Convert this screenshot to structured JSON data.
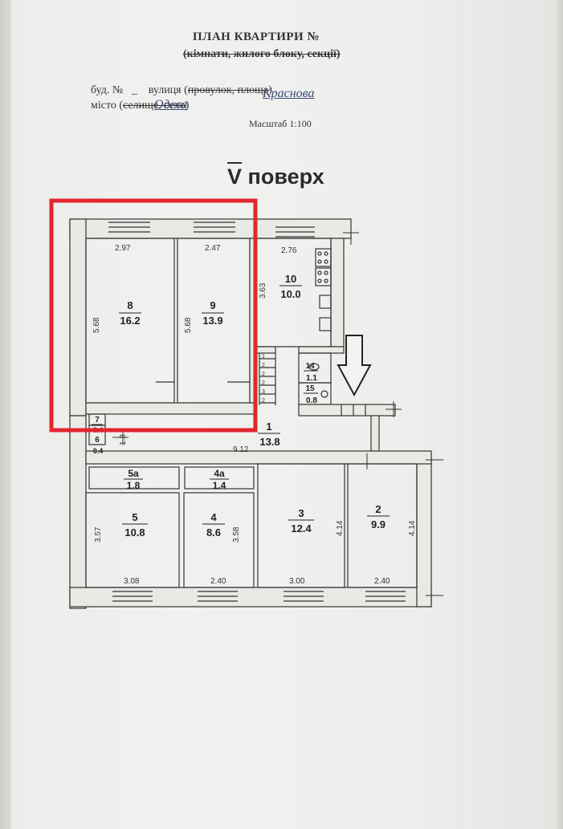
{
  "header": {
    "title": "ПЛАН КВАРТИРИ  №",
    "subtitle": "(кімнати, жилого блоку, секції)",
    "building_label": "буд. №   _    вулиця (",
    "street_struck": "провулок, площа",
    "street_close": ")",
    "street_value": "Краснова",
    "city_label": "місто (",
    "city_struck": "селище, село",
    "city_close": ")",
    "city_value": "Одеса",
    "scale": "Масштаб 1:100"
  },
  "floor": {
    "roman": "V",
    "word": "поверх"
  },
  "rooms": [
    {
      "id": "8",
      "area": "16.2",
      "width": "2.97",
      "height": "5.68"
    },
    {
      "id": "9",
      "area": "13.9",
      "width": "2.47",
      "height": "5.68"
    },
    {
      "id": "10",
      "area": "10.0",
      "width": "2.76",
      "height": "3.63"
    },
    {
      "id": "14",
      "area": "1.1"
    },
    {
      "id": "15",
      "area": "0.8"
    },
    {
      "id": "1",
      "area": "13.8",
      "width": "9.12"
    },
    {
      "id": "7",
      "area": "0.4"
    },
    {
      "id": "6",
      "area": "0.4",
      "height": "1.3"
    },
    {
      "id": "5a",
      "area": "1.8"
    },
    {
      "id": "4a",
      "area": "1.4"
    },
    {
      "id": "5",
      "area": "10.8",
      "width": "3.08",
      "height": "3.57"
    },
    {
      "id": "4",
      "area": "8.6",
      "width": "2.40",
      "height": "3.58"
    },
    {
      "id": "3",
      "area": "12.4",
      "width": "3.00",
      "height": "4.14"
    },
    {
      "id": "2",
      "area": "9.9",
      "width": "2.40",
      "height": "4.14"
    }
  ],
  "stair_steps": [
    "1",
    "2",
    "2",
    "2",
    "3",
    "2"
  ],
  "highlight_color": "#e3262b",
  "entrance_arrow": "arrow-down-icon"
}
